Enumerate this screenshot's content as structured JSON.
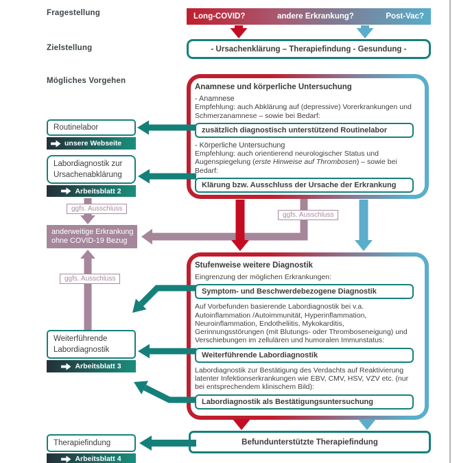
{
  "colors": {
    "teal": "#15807a",
    "red": "#c40d22",
    "blue": "#5badca",
    "purple": "#a5869a",
    "badge_dark": "#232f37",
    "badge_teal": "#1a8f7d"
  },
  "icons": {
    "badge_arrow": "arrow-right"
  },
  "side_labels": {
    "row1": "Fragestellung",
    "row2": "Zielstellung",
    "row3": "Mögliches Vorgehen"
  },
  "question_bar": {
    "left": "Long-COVID?",
    "center": "andere Erkrankung?",
    "right": "Post-Vac?"
  },
  "goal_box": {
    "text": "- Ursachenklärung – Therapiefindung - Gesundung -"
  },
  "left_nodes": {
    "routinelabor": {
      "title": "Routinelabor",
      "badge": "unsere Webseite"
    },
    "ursachenabklaerung": {
      "title": "Labordiagnostik zur Ursachenabklärung",
      "badge": "Arbeitsblatt 2"
    },
    "exclusion_label_top": "ggfs. Ausschluss",
    "other_disease": {
      "line1": "anderweitige Erkrankung",
      "line2": "ohne COVID-19 Bezug"
    },
    "exclusion_label_bottom": "ggfs. Ausschluss",
    "weiterfuehrende": {
      "title": "Weiterführende Labordiagnostik",
      "badge": "Arbeitsblatt 3"
    },
    "therapiefindung": {
      "title": "Therapiefindung",
      "badge": "Arbeitsblatt 4"
    }
  },
  "panel_anamnese": {
    "title": "Anamnese und körperliche Untersuchung",
    "sub1": "- Anamnese",
    "p1": "Empfehlung: auch Abklärung auf (depressive) Vorerkrankungen und Schmerzanamnese – sowie bei Bedarf:",
    "box1": "zusätzlich diagnostisch unterstützend Routinelabor",
    "sub2": "- Körperliche Untersuchung",
    "p2_pre": "Empfehlung: auch orientierend neurologischer Status und Augenspiegelung (",
    "p2_italic": "erste Hinweise auf Thrombosen",
    "p2_post": ") – sowie bei Bedarf:",
    "box2": "Klärung bzw. Ausschluss der Ursache der Erkrankung"
  },
  "mid_connector": {
    "exclusion_label": "ggfs. Ausschluss"
  },
  "panel_diagnostik": {
    "title": "Stufenweise weitere Diagnostik",
    "p1": "Eingrenzung der möglichen Erkrankungen:",
    "box1": "Symptom- und Beschwerdebezogene Diagnostik",
    "p2": "Auf Vorbefunden basierende Labordiagnostik bei v.a. Autoinflammation /Autoimmunität, Hyperinflammation, Neuroinflammation, Endotheliitis, Mykokarditis, Gerinnungsstörungen (mit Blutungs- oder Thromboseneigung) und Verschiebungen im zellulären und humoralen Immunstatus:",
    "box2": "Weiterführende Labordiagnostik",
    "p3": "Labordiagnostik zur Bestätigung des Verdachts auf Reaktivierung latenter Infektionserkrankungen wie EBV, CMV, HSV, VZV etc. (nur bei entsprechendem klinischem Bild):",
    "box3": "Labordiagnostik als Bestätigungsuntersuchung"
  },
  "result_box": {
    "text": "Befundunterstützte Therapiefindung"
  }
}
